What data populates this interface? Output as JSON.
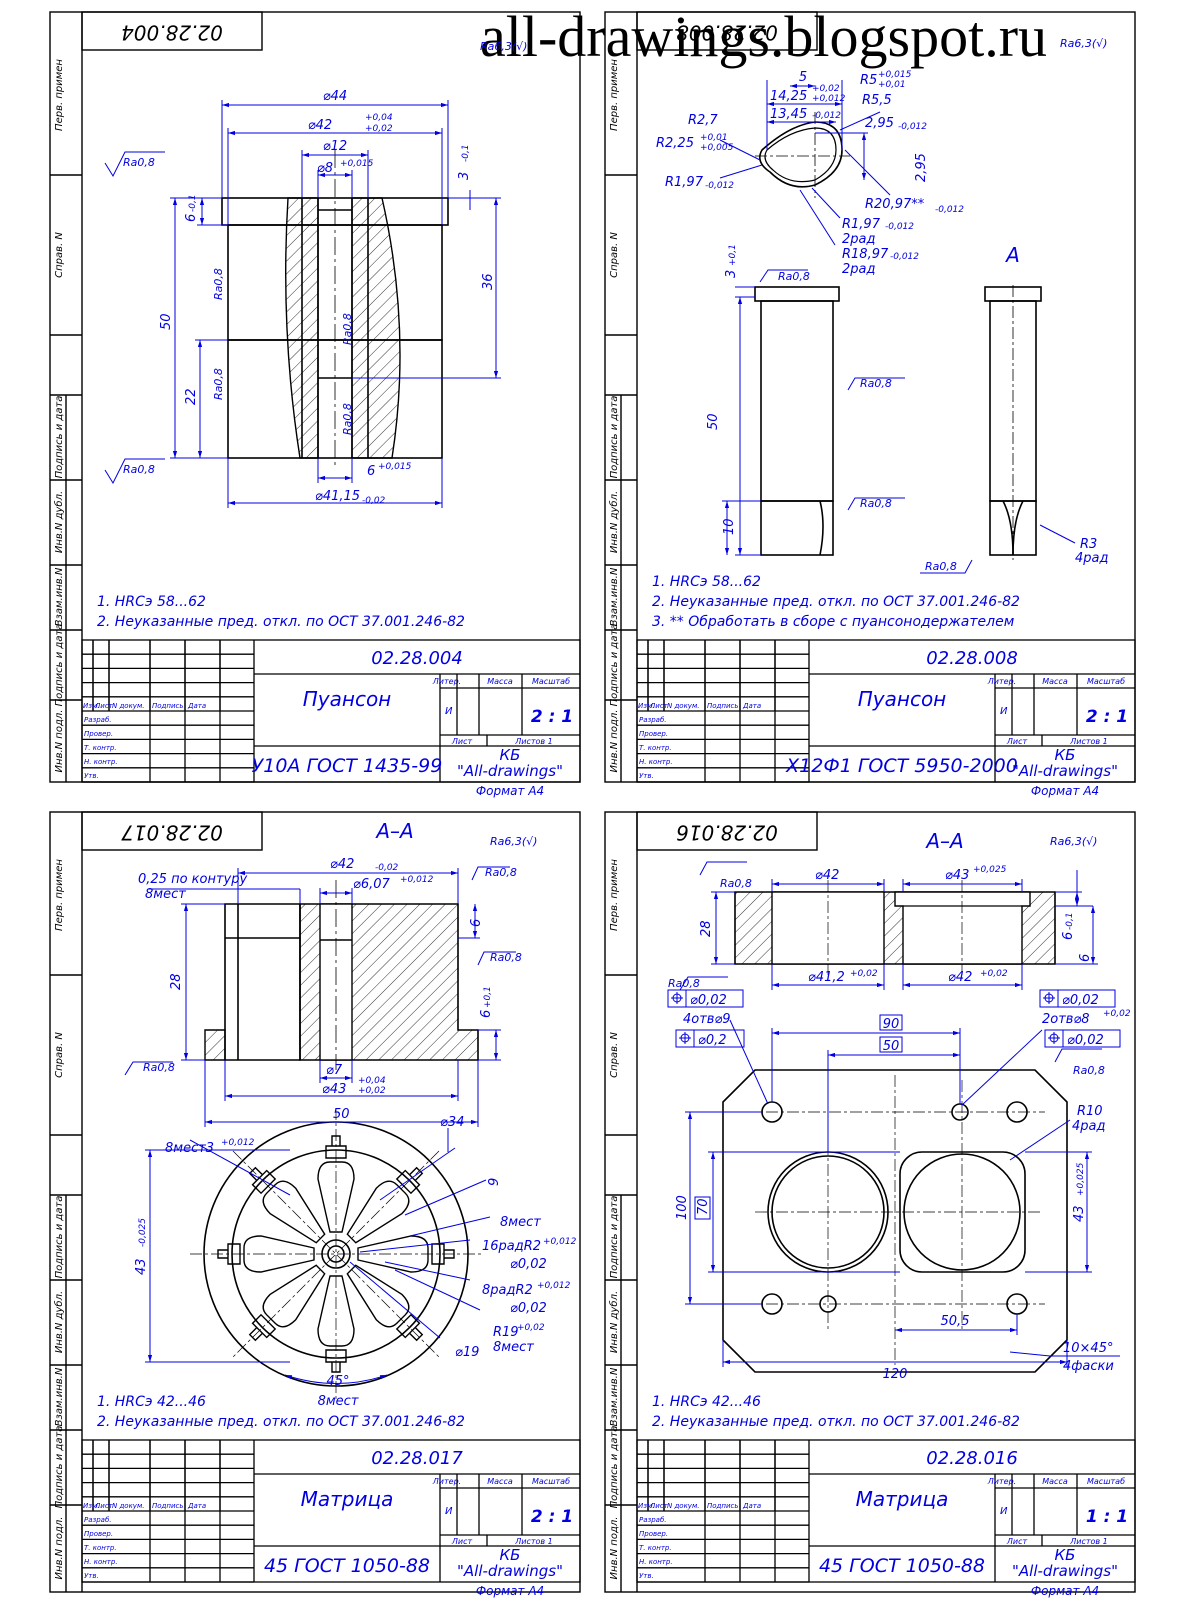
{
  "watermark": "all-drawings.blogspot.ru",
  "side_labels": {
    "perv_primen": "Перв. примен",
    "sprav": "Справ. N",
    "podp_data": "Подпись и дата",
    "inv_dubl": "Инв.N дубл.",
    "vzam_inv": "Взам.инв.N",
    "inv_podl": "Инв.N подл."
  },
  "title_block_labels": {
    "izm": "Изм.",
    "list": "Лист",
    "n_dokum": "N докум.",
    "podpis": "Подпись",
    "data": "Дата",
    "razrab": "Разраб.",
    "prover": "Провер.",
    "t_kontr": "Т. контр.",
    "n_kontr": "Н. контр.",
    "utv": "Утв.",
    "liter": "Литер.",
    "massa": "Масса",
    "masshtab": "Масштаб",
    "liter_val": "И",
    "list_short": "Лист",
    "listov": "Листов 1",
    "format": "Формат A4",
    "kb_line1": "КБ",
    "kb_line2": "\"All-drawings\""
  },
  "sheets": [
    {
      "code": "02.28.004",
      "code_rotated": "02.28.004",
      "name": "Пуансон",
      "material": "У10А ГОСТ 1435-99",
      "scale": "2 : 1",
      "rough_general": "Ra6,3(√)",
      "notes": [
        "1. HRCэ 58...62",
        "2. Неуказанные пред. откл. по ОСТ 37.001.246-82"
      ],
      "dims": {
        "d44": "⌀44",
        "d42": "⌀42",
        "d42_tol_up": "+0,04",
        "d42_tol_dn": "+0,02",
        "d12": "⌀12",
        "d8": "⌀8",
        "d8_tol": "+0,015",
        "h3": "3",
        "h3_tol": "-0,1",
        "h6": "6",
        "h6_tol": "-0,1",
        "h36": "36",
        "h50": "50",
        "h22": "22",
        "w6": "6",
        "w6_tol": "+0,015",
        "d41": "⌀41,15",
        "d41_tol": "-0,02",
        "ra08": "Ra0,8"
      }
    },
    {
      "code": "02.28.008",
      "code_rotated": "02.28.008",
      "name": "Пуансон",
      "material": "Х12Ф1 ГОСТ 5950-2000",
      "scale": "2 : 1",
      "rough_general": "Ra6,3(√)",
      "notes": [
        "1. HRCэ 58...62",
        "2. Неуказанные пред. откл. по ОСТ 37.001.246-82",
        "3. ** Обработать в сборе с пуансонодержателем"
      ],
      "view_label": "A",
      "dims": {
        "w5": "5",
        "w14": "14,25",
        "w14_tol_up": "+0,02",
        "w14_tol_dn": "+0,012",
        "w13": "13,45",
        "w13_tol": "-0,012",
        "r5": "R5",
        "r5_tol_up": "+0,015",
        "r5_tol_dn": "+0,01",
        "r55": "R5,5",
        "w295": "2,95",
        "w295_tol": "-0,012",
        "h295": "2,95",
        "r27": "R2,7",
        "r225": "R2,25",
        "r225_tol_up": "+0,01",
        "r225_tol_dn": "+0,005",
        "r197a": "R1,97",
        "r197a_tol": "-0,012",
        "r2097": "R20,97**",
        "r2097_tol": "-0,012",
        "r197b": "R1,97",
        "r197b_tol": "-0,012",
        "r197b_note": "2рад",
        "r1897": "R18,97",
        "r1897_tol": "-0,012",
        "r1897_note": "2рад",
        "h3": "3",
        "h3_tol": "+0,1",
        "h50": "50",
        "h10": "10",
        "r3": "R3",
        "r3_note": "4рад",
        "ra08": "Ra0,8"
      }
    },
    {
      "code": "02.28.017",
      "code_rotated": "02.28.017",
      "name": "Матрица",
      "material": "45 ГОСТ 1050-88",
      "scale": "2 : 1",
      "rough_general": "Ra6,3(√)",
      "section_label": "A–A",
      "notes": [
        "1. HRCэ 42...46",
        "2. Неуказанные пред. откл. по ОСТ 37.001.246-82"
      ],
      "dims": {
        "d42": "⌀42",
        "d42_tol": "-0,02",
        "contour": "0,25 по контуру",
        "contour_n": "8мест",
        "d607": "⌀6,07",
        "d607_tol": "+0,012",
        "h6a": "6",
        "h28": "28",
        "h6b": "6",
        "h6b_tol": "+0,1",
        "d7": "⌀7",
        "d43": "⌀43",
        "d43_tol_up": "+0,04",
        "d43_tol_dn": "+0,02",
        "w50": "50",
        "m3": "8мест3",
        "m3_tol": "+0,012",
        "d34": "⌀34",
        "b9": "9",
        "m8": "8мест",
        "r2a": "16радR2",
        "r2a_tol": "+0,012",
        "tol1": "⌀0,02",
        "r2b": "8радR2",
        "r2b_tol": "+0,012",
        "tol2": "⌀0,02",
        "r19": "R19",
        "r19_tol": "+0,02",
        "r19_n": "8мест",
        "d19": "⌀19",
        "h43": "43",
        "h43_tol": "-0,025",
        "a45": "45°",
        "a45_n": "8мест",
        "ra08": "Ra0,8"
      }
    },
    {
      "code": "02.28.016",
      "code_rotated": "02.28.016",
      "name": "Матрица",
      "material": "45 ГОСТ 1050-88",
      "scale": "1 : 1",
      "rough_general": "Ra6,3(√)",
      "section_label": "A–A",
      "notes": [
        "1. HRCэ 42...46",
        "2. Неуказанные пред. откл. по ОСТ 37.001.246-82"
      ],
      "dims": {
        "d42": "⌀42",
        "d43": "⌀43",
        "d43_tol": "+0,025",
        "h28": "28",
        "h6a": "6",
        "h6a_tol": "-0,1",
        "h6b": "6",
        "d412": "⌀41,2",
        "d412_tol": "+0,02",
        "d42b": "⌀42",
        "d42b_tol": "+0,02",
        "pos1": "⌀0,02",
        "pos2": "⌀0,02",
        "holes4": "4отв⌀9",
        "pos3": "⌀0,2",
        "w90": "90",
        "w50": "50",
        "holes2": "2отв⌀8",
        "holes2_tol": "+0,02",
        "pos4": "⌀0,02",
        "r10": "R10",
        "r10_n": "4рад",
        "h100": "100",
        "h70": "70",
        "h43": "43",
        "h43_tol": "+0,025",
        "w505": "50,5",
        "w120": "120",
        "ch": "10×45°",
        "ch_n": "4фаски",
        "ra08": "Ra0,8"
      }
    }
  ]
}
